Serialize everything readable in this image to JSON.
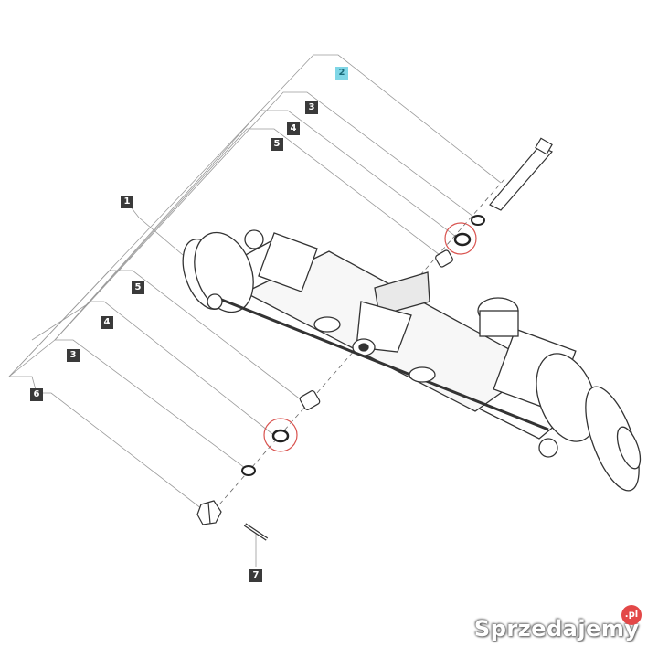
{
  "callouts": [
    {
      "id": "2",
      "highlight": true
    },
    {
      "id": "3",
      "highlight": false
    },
    {
      "id": "4",
      "highlight": false
    },
    {
      "id": "5",
      "highlight": false
    },
    {
      "id": "1",
      "highlight": false
    },
    {
      "id": "5",
      "highlight": false
    },
    {
      "id": "4",
      "highlight": false
    },
    {
      "id": "3",
      "highlight": false
    },
    {
      "id": "6",
      "highlight": false
    },
    {
      "id": "7",
      "highlight": false
    }
  ],
  "watermark": {
    "text": "Sprzedajemy",
    "suffix": ".pl"
  },
  "colors": {
    "line": "#333333",
    "leader": "#999999",
    "highlight_circle": "#d9534f",
    "label_bg": "#3a3a3a",
    "label_hl": "#7fd6e6"
  }
}
